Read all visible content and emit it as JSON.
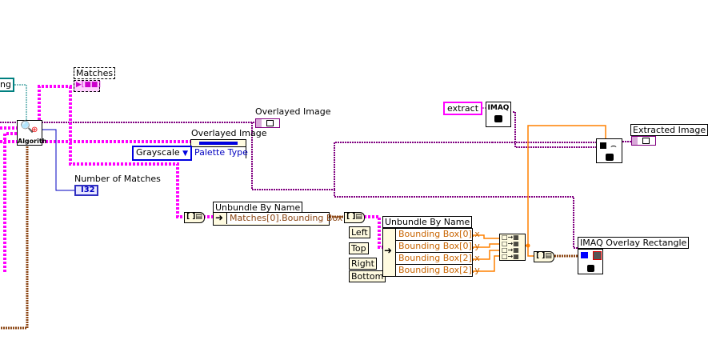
{
  "diagram": {
    "type": "LabVIEW block diagram",
    "nodes": {
      "partial_left_label": "ng",
      "match_vi": {
        "caption": "Algorith"
      },
      "matches_indicator": {
        "label": "Matches"
      },
      "overlayed_image_indicator": {
        "label": "Overlayed Image"
      },
      "overlayed_image_property": {
        "label": "Overlayed Image",
        "property": "Palette Type"
      },
      "palette_constant": {
        "value": "Grayscale"
      },
      "number_of_matches": {
        "label": "Number of Matches",
        "type": "I32"
      },
      "unbundle1": {
        "title": "Unbundle By Name",
        "fields": [
          "Matches[0].Bounding Box"
        ]
      },
      "unbundle2": {
        "title": "Unbundle By Name",
        "fields": [
          "Bounding Box[0].x",
          "Bounding Box[0].y",
          "Bounding Box[2].x",
          "Bounding Box[2].y"
        ]
      },
      "side_labels": [
        "Left",
        "Top",
        "Right",
        "Bottom"
      ],
      "extract_constant": {
        "value": "extract"
      },
      "imaq_create": {
        "caption": "IMAQ"
      },
      "extracted_image": {
        "label": "Extracted Image"
      },
      "overlay_rect": {
        "label": "IMAQ Overlay Rectangle"
      }
    },
    "colors": {
      "image_wire": "#800080",
      "cluster_wire": "#ff00ff",
      "int_wire": "#0000c0",
      "orange_wire": "#ff8000",
      "brown_wire": "#8b4513",
      "teal_wire": "#008080"
    }
  }
}
